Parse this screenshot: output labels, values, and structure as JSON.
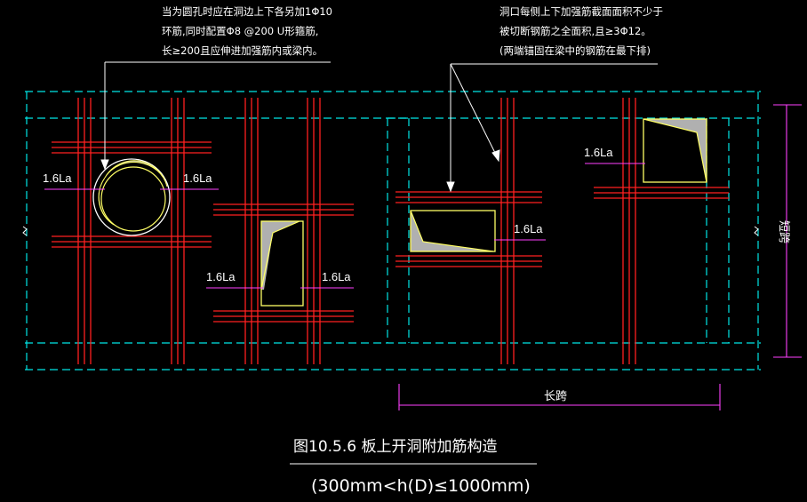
{
  "annotations": {
    "left_note": [
      "当为圆孔时应在洞边上下各另加1Φ10",
      "环筋,同时配置Φ8 @200 U形箍筋,",
      "长≥200且应伸进加强筋内或梁内。"
    ],
    "right_note": [
      "洞口每侧上下加强筋截面面积不少于",
      "被切断钢筋之全面积,且≥3Φ12。",
      "(两端锚固在梁中的钢筋在最下排)"
    ]
  },
  "dimension_labels": {
    "la1": "1.6La",
    "la2": "1.6La",
    "la3": "1.6La",
    "la4": "1.6La",
    "la5": "1.6La",
    "la6": "1.6La",
    "long_span": "长跨",
    "short_span": "短跨"
  },
  "caption": {
    "title": "图10.5.6  板上开洞附加筋构造",
    "subtitle": "(300mm<h(D)≤1000mm)"
  },
  "colors": {
    "background": "#000000",
    "slab_lines": "#00e5e5",
    "rebar": "#ff2020",
    "opening": "#ffff66",
    "dimension": "#ff40ff",
    "fill": "#b0b0b0",
    "text": "#ffffff"
  }
}
